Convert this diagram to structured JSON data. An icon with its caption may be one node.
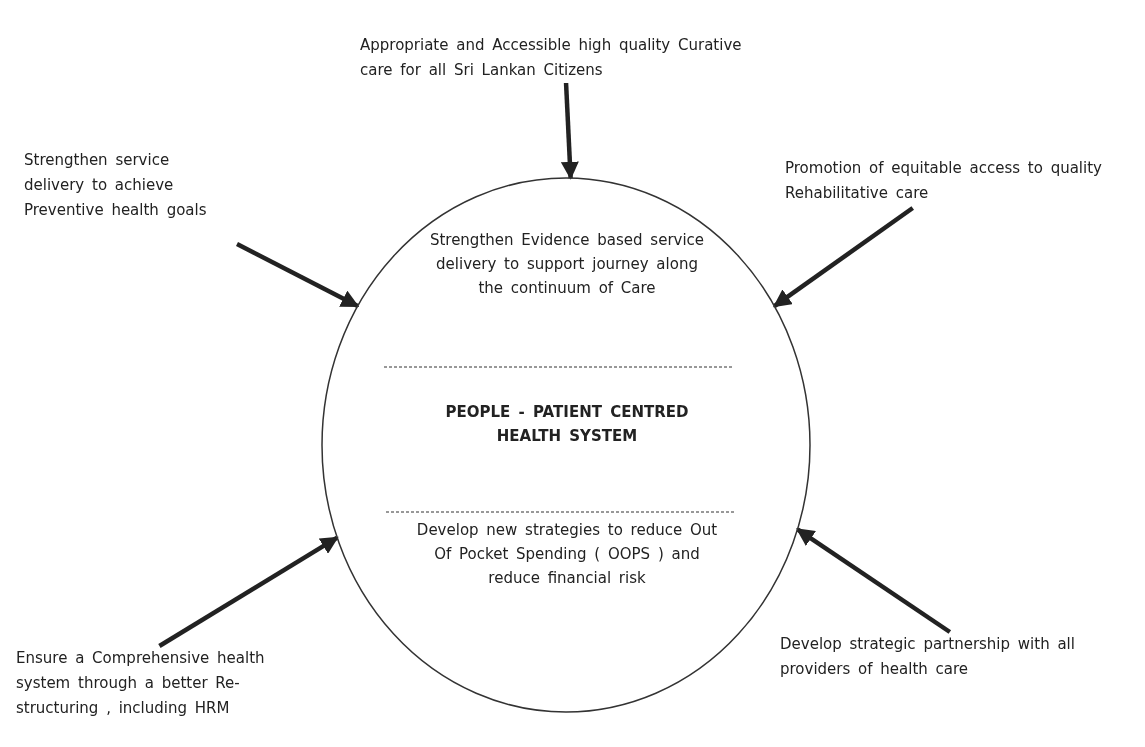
{
  "diagram": {
    "nodes": [
      {
        "text": [
          "Appropriate and Accessible high quality Curative care for all Sri Lankan Citizens"
        ]
      },
      {
        "text": [
          "Strengthen service delivery to achieve Preventive health goals"
        ]
      },
      {
        "text": [
          "Promotion of equitable access to quality Rehabilitative care"
        ]
      },
      {
        "text": [
          "Strengthen Evidence based service delivery to support journey along the continuum of Care",
          "PEOPLE - PATIENT CENTRED HEALTH SYSTEM",
          "Develop new strategies to reduce Out Of Pocket Spending ( OOPS ) and reduce financial risk"
        ]
      },
      {
        "text": [
          "Ensure a Comprehensive health system through a better Re-structuring , including HRM"
        ]
      },
      {
        "text": [
          "Develop strategic partnership with all providers of health care"
        ]
      }
    ],
    "edges": [
      {
        "from": 0,
        "to": 3,
        "arrow": "to"
      },
      {
        "from": 1,
        "to": 3,
        "arrow": "to"
      },
      {
        "from": 2,
        "to": 3,
        "arrow": "to"
      },
      {
        "from": 4,
        "to": 3,
        "arrow": "to"
      },
      {
        "from": 5,
        "to": 3,
        "arrow": "to"
      }
    ]
  }
}
